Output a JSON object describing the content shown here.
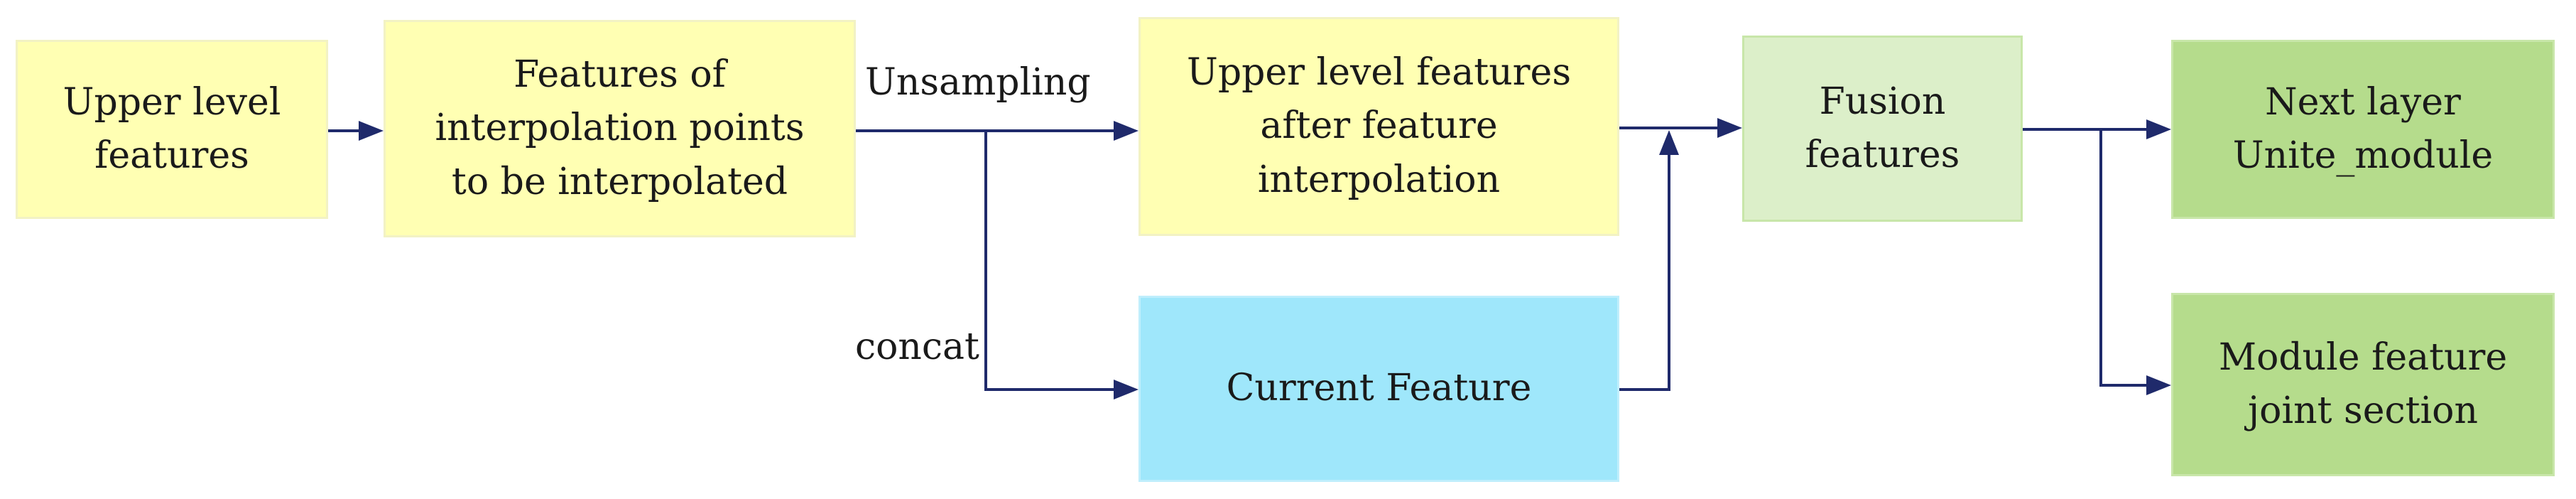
{
  "nodes": {
    "upper_level_features": {
      "text": "Upper level\nfeatures",
      "fill": "#ffffb3"
    },
    "interp_points": {
      "text": "Features of\ninterpolation  points\nto be interpolated",
      "fill": "#ffffb3"
    },
    "after_interp": {
      "text": "Upper level features\nafter feature\ninterpolation",
      "fill": "#ffffb3"
    },
    "current_feature": {
      "text": "Current  Feature",
      "fill": "#9fe7fb"
    },
    "fusion_features": {
      "text": "Fusion\nfeatures",
      "fill": "#dcefc9"
    },
    "next_layer": {
      "text": "Next layer\nUnite_module",
      "fill": "#b5dc8c"
    },
    "module_joint": {
      "text": "Module feature\njoint section",
      "fill": "#b5dc8c"
    }
  },
  "edge_labels": {
    "unsampling": "Unsampling",
    "concat": "concat"
  },
  "colors": {
    "arrow": "#1f2a6b",
    "yellow_border": "#f2f2c4",
    "blue_border": "#bfeefc",
    "green_border": "#c8e6a9"
  }
}
